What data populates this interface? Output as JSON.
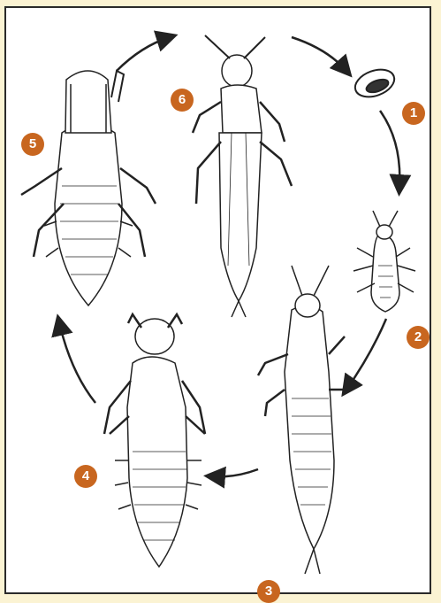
{
  "diagram": {
    "stages": [
      {
        "label": "1",
        "icon": "egg-icon"
      },
      {
        "label": "2",
        "icon": "first-instar-larva-icon"
      },
      {
        "label": "3",
        "icon": "second-instar-larva-icon"
      },
      {
        "label": "4",
        "icon": "prepupa-icon"
      },
      {
        "label": "5",
        "icon": "pupa-icon"
      },
      {
        "label": "6",
        "icon": "adult-thrips-icon"
      }
    ],
    "colors": {
      "background": "#fbf3d3",
      "panel": "#ffffff",
      "badge": "#c8661f",
      "ink": "#222222"
    }
  }
}
